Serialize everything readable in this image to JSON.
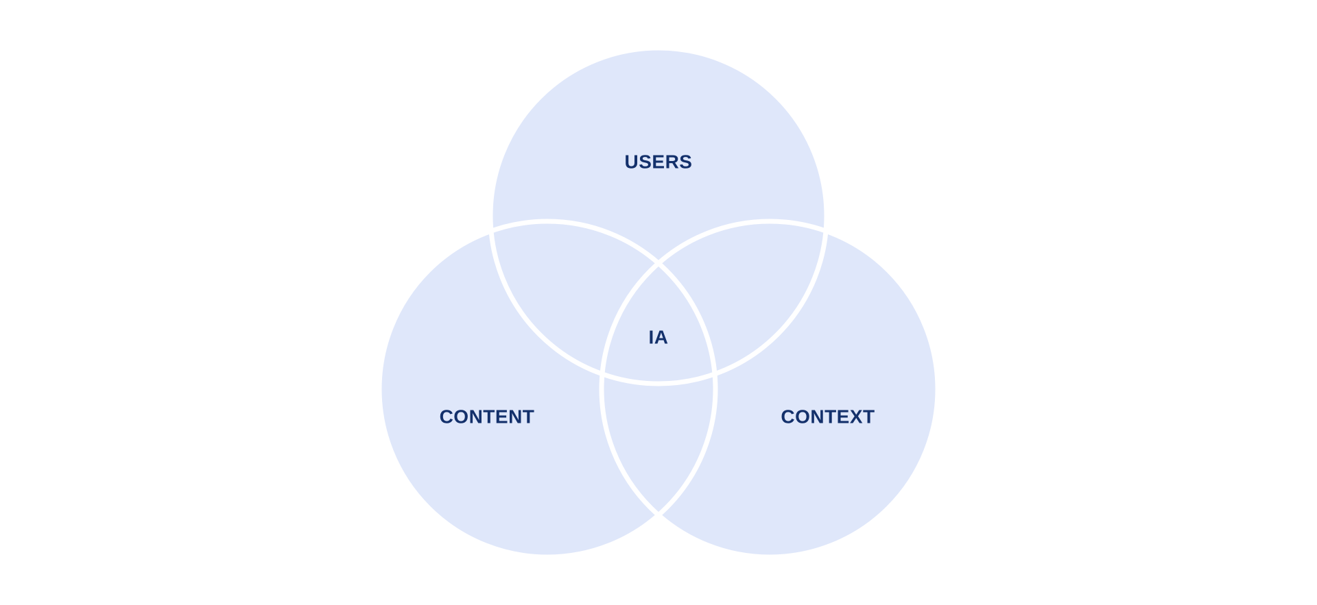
{
  "diagram": {
    "sets": [
      {
        "id": "users",
        "label": "USERS"
      },
      {
        "id": "content",
        "label": "CONTENT"
      },
      {
        "id": "context",
        "label": "CONTEXT"
      }
    ],
    "intersection_label": "IA"
  },
  "colors": {
    "background": "#ffffff",
    "circle_fill": "#dfe7fa",
    "circle_outline": "#ffffff",
    "label_text": "#13306b"
  }
}
